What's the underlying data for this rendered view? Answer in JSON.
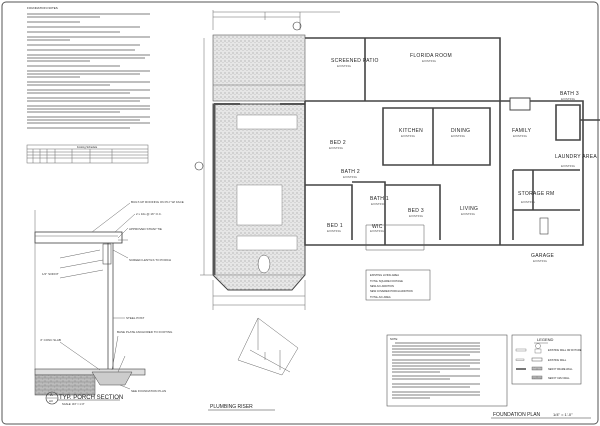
{
  "notes": {
    "heading": "FOUNDATION NOTES"
  },
  "footing_schedule": {
    "title": "Footing Schedule"
  },
  "porch_section": {
    "title": "TYP. PORCH SECTION",
    "scale": "SCALE: 3/4\" = 1'-0\"",
    "marker_top": "A",
    "marker_bottom": "A3",
    "callouts": [
      "BUILT-UP ROOFING ON PLY W/ FACE",
      "2 x 10s @ 16\" O.C.",
      "APPROVED STRAP TIE",
      "SCREEN LENTILS TO PORCH",
      "1/2\" SOFFIT",
      "STEEL POST",
      "BASE PLATE ANCHORED TO FOOTING",
      "4\" CONC SLAB",
      "SEE FOUNDATION PLAN"
    ]
  },
  "rooms": [
    {
      "name": "SCREENED PATIO",
      "status": "EXISTING"
    },
    {
      "name": "FLORIDA ROOM",
      "status": "EXISTING"
    },
    {
      "name": "BATH 3",
      "status": "EXISTING"
    },
    {
      "name": "KITCHEN",
      "status": "EXISTING"
    },
    {
      "name": "DINING",
      "status": "EXISTING"
    },
    {
      "name": "FAMILY",
      "status": "EXISTING"
    },
    {
      "name": "BED 2",
      "status": "EXISTING"
    },
    {
      "name": "LAUNDRY AREA",
      "status": "EXISTING"
    },
    {
      "name": "BATH 2",
      "status": "EXISTING"
    },
    {
      "name": "STORAGE RM",
      "status": "EXISTING"
    },
    {
      "name": "BATH 1",
      "status": "EXISTING"
    },
    {
      "name": "BED 3",
      "status": "EXISTING"
    },
    {
      "name": "LIVING",
      "status": "EXISTING"
    },
    {
      "name": "BED 1",
      "status": "EXISTING"
    },
    {
      "name": "WIC",
      "status": "EXISTING"
    },
    {
      "name": "GARAGE",
      "status": "EXISTING"
    }
  ],
  "area_table": [
    "EXISTING LIVING AREA",
    "TOTAL SQUARE FOOTAGE",
    "NEW A/C ADDITION",
    "NEW COVERED PORCH ADDITION",
    "TOTAL A/C AREA"
  ],
  "plumbing_riser": {
    "title": "PLUMBING RISER"
  },
  "general_notes": {
    "heading": "NOTE:"
  },
  "legend": {
    "title": "LEGEND",
    "items": [
      "EXISTING WALL OR FIXTURE",
      "EXISTING WALL",
      "NEW 8\" FRAME WALL",
      "NEW 8\" CMU WALL"
    ]
  },
  "foundation_plan": {
    "title": "FOUNDATION PLAN",
    "scale": "1/4\" = 1'-0\""
  }
}
